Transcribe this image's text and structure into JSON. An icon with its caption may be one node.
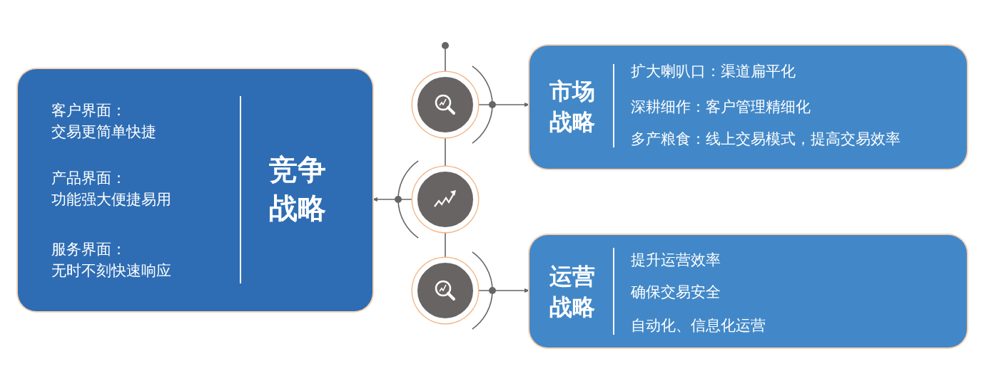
{
  "diagram": {
    "nodes": [
      {
        "text": [
          "客户界面：",
          "交易更简单快捷",
          "产品界面：",
          "功能强大便捷易用",
          "服务界面：",
          "无时不刻快速响应",
          "竞争战略"
        ]
      },
      {
        "text": [],
        "shape": "circle"
      },
      {
        "text": [],
        "shape": "circle"
      },
      {
        "text": [],
        "shape": "circle"
      },
      {
        "text": [
          "市场战略",
          "扩大喇叭口：渠道扁平化",
          "深耕细作：客户管理精细化",
          "多产粮食：线上交易模式，提高交易效率"
        ]
      },
      {
        "text": [
          "运营战略",
          "提升运营效率",
          "确保交易安全",
          "自动化、信息化运营"
        ]
      }
    ],
    "edges": [
      {
        "from": null,
        "to": 1,
        "arrow": "other"
      },
      {
        "from": 1,
        "to": 2,
        "arrow": "none"
      },
      {
        "from": 2,
        "to": 3,
        "arrow": "none"
      },
      {
        "from": 1,
        "to": 4,
        "arrow": "to"
      },
      {
        "from": 2,
        "to": 0,
        "arrow": "to"
      },
      {
        "from": 3,
        "to": 5,
        "arrow": "to"
      }
    ]
  }
}
